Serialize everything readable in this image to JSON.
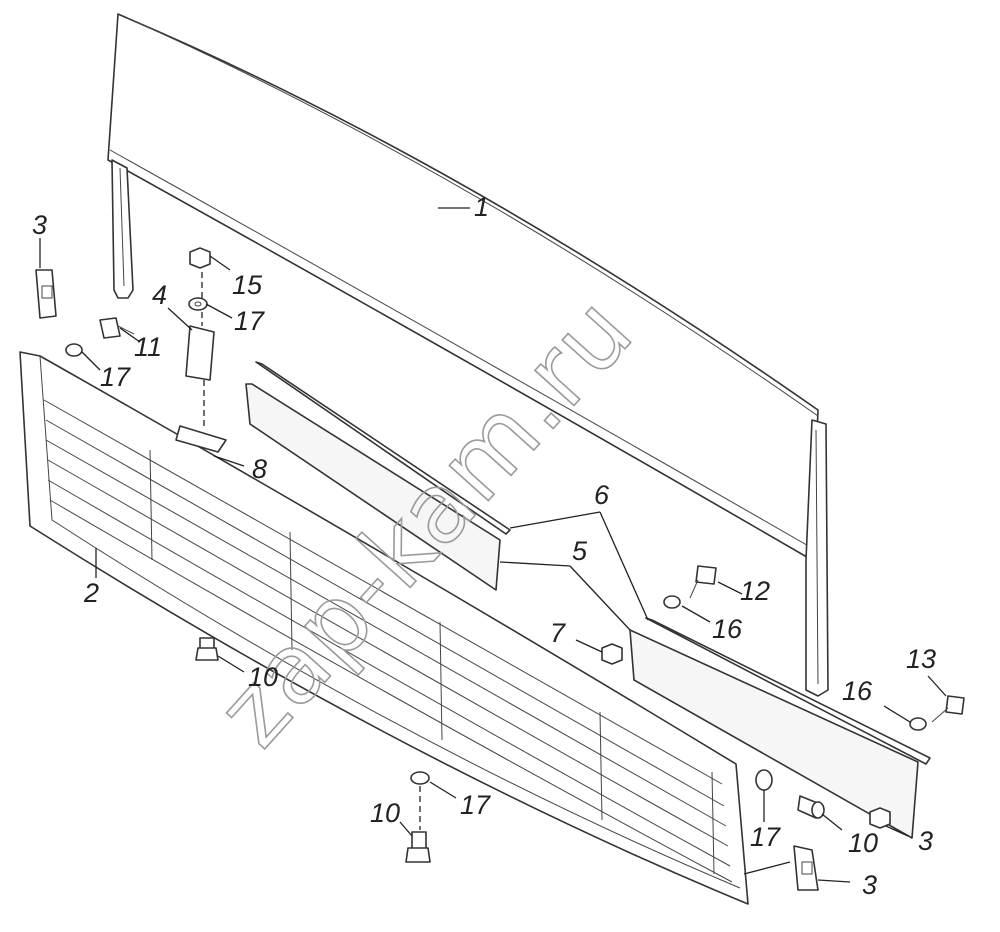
{
  "watermark": "zap-kam.ru",
  "callouts": {
    "c1": "1",
    "c2": "2",
    "c3a": "3",
    "c3b": "3",
    "c3c": "3",
    "c4": "4",
    "c5": "5",
    "c6": "6",
    "c7": "7",
    "c8": "8",
    "c10a": "10",
    "c10b": "10",
    "c10c": "10",
    "c11": "11",
    "c12": "12",
    "c13": "13",
    "c15": "15",
    "c16a": "16",
    "c16b": "16",
    "c17a": "17",
    "c17b": "17",
    "c17c": "17",
    "c17d": "17"
  }
}
